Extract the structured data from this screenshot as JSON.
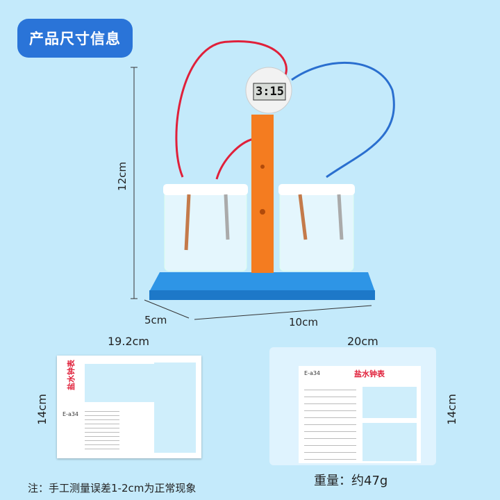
{
  "header": {
    "title": "产品尺寸信息"
  },
  "product": {
    "clock_display": "3:15"
  },
  "dimensions": {
    "height": "12cm",
    "depth": "5cm",
    "width": "10cm",
    "card_width": "19.2cm",
    "card_height": "14cm",
    "bag_width": "20cm",
    "bag_height": "14cm"
  },
  "card": {
    "code": "E-a34",
    "title": "盐水钟表"
  },
  "footer": {
    "note": "注：手工测量误差1-2cm为正常现象",
    "weight": "重量：约47g"
  },
  "colors": {
    "background": "#c4eafb",
    "accent": "#2a74d8"
  }
}
